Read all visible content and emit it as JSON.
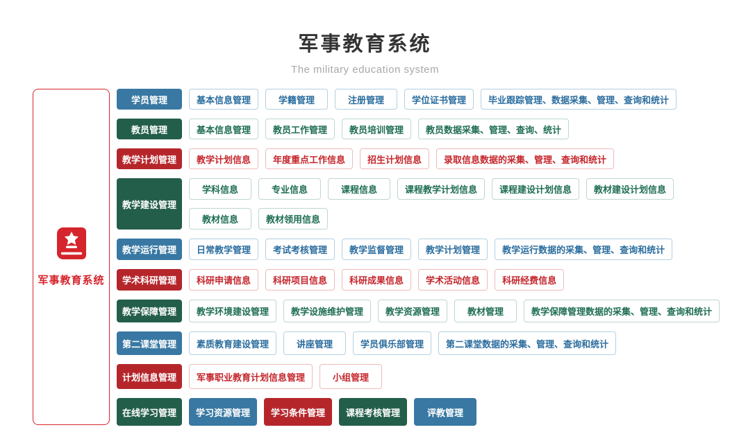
{
  "header": {
    "title": "军事教育系统",
    "subtitle": "The military education system"
  },
  "sidebar": {
    "label": "军事教育系统",
    "icon": "book-star-icon"
  },
  "palette": {
    "blue": "#3878a3",
    "green": "#235e4b",
    "red": "#b5262b",
    "sidebar_red": "#d5242b",
    "outline_blue_text": "#2b6d9e",
    "outline_green_text": "#1f6e53",
    "outline_red_text": "#c4262c"
  },
  "rows": [
    {
      "color": "blue",
      "category": "学员管理",
      "items": [
        {
          "label": "基本信息管理"
        },
        {
          "label": "学籍管理"
        },
        {
          "label": "注册管理"
        },
        {
          "label": "学位证书管理"
        },
        {
          "label": "毕业跟踪管理、数据采集、管理、查询和统计"
        }
      ]
    },
    {
      "color": "green",
      "category": "教员管理",
      "items": [
        {
          "label": "基本信息管理"
        },
        {
          "label": "教员工作管理"
        },
        {
          "label": "教员培训管理"
        },
        {
          "label": "教员数据采集、管理、查询、统计"
        }
      ]
    },
    {
      "color": "red",
      "category": "教学计划管理",
      "items": [
        {
          "label": "教学计划信息"
        },
        {
          "label": "年度重点工作信息"
        },
        {
          "label": "招生计划信息"
        },
        {
          "label": "录取信息数据的采集、管理、查询和统计"
        }
      ]
    },
    {
      "color": "green",
      "category": "教学建设管理",
      "lines": [
        [
          {
            "label": "学科信息"
          },
          {
            "label": "专业信息"
          },
          {
            "label": "课程信息"
          },
          {
            "label": "课程教学计划信息"
          },
          {
            "label": "课程建设计划信息"
          },
          {
            "label": "教材建设计划信息"
          }
        ],
        [
          {
            "label": "教材信息"
          },
          {
            "label": "教材领用信息"
          }
        ]
      ]
    },
    {
      "color": "blue",
      "category": "教学运行管理",
      "items": [
        {
          "label": "日常教学管理"
        },
        {
          "label": "考试考核管理"
        },
        {
          "label": "教学监督管理"
        },
        {
          "label": "教学计划管理"
        },
        {
          "label": "教学运行数据的采集、管理、查询和统计"
        }
      ]
    },
    {
      "color": "red",
      "category": "学术科研管理",
      "items": [
        {
          "label": "科研申请信息"
        },
        {
          "label": "科研项目信息"
        },
        {
          "label": "科研成果信息"
        },
        {
          "label": "学术活动信息"
        },
        {
          "label": "科研经费信息"
        }
      ]
    },
    {
      "color": "green",
      "category": "教学保障管理",
      "items": [
        {
          "label": "教学环境建设管理"
        },
        {
          "label": "教学设施维护管理"
        },
        {
          "label": "教学资源管理"
        },
        {
          "label": "教材管理"
        },
        {
          "label": "教学保障管理数据的采集、管理、查询和统计"
        }
      ]
    },
    {
      "color": "blue",
      "category": "第二课堂管理",
      "items": [
        {
          "label": "素质教育建设管理"
        },
        {
          "label": "讲座管理"
        },
        {
          "label": "学员俱乐部管理"
        },
        {
          "label": "第二课堂数据的采集、管理、查询和统计"
        }
      ]
    },
    {
      "color": "red",
      "category": "计划信息管理",
      "items": [
        {
          "label": "军事职业教育计划信息管理"
        },
        {
          "label": "小组管理"
        }
      ]
    },
    {
      "color": "green",
      "category": "在线学习管理",
      "items": [
        {
          "label": "学习资源管理",
          "fill": "blue"
        },
        {
          "label": "学习条件管理",
          "fill": "red"
        },
        {
          "label": "课程考核管理",
          "fill": "green"
        },
        {
          "label": "评教管理",
          "fill": "blue"
        }
      ]
    }
  ]
}
